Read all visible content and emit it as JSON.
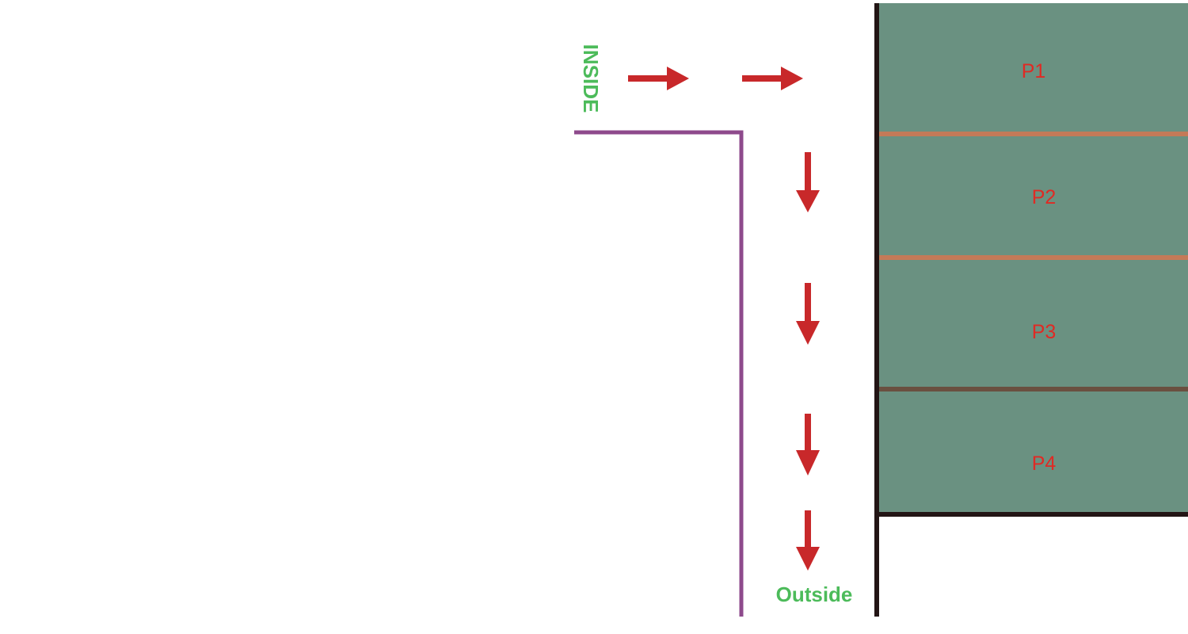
{
  "labels": {
    "inside": "INSIDE",
    "outside": "Outside"
  },
  "panels": [
    {
      "label": "P1"
    },
    {
      "label": "P2"
    },
    {
      "label": "P3"
    },
    {
      "label": "P4"
    }
  ],
  "colors": {
    "panel_fill": "#6a9181",
    "panel_divider_light": "#c47a58",
    "panel_divider_dark": "#6a5040",
    "wall": "#231515",
    "path_line": "#8e4a8c",
    "arrow": "#c8282a",
    "label_green": "#4cbb5a",
    "label_panel": "#e02a24"
  },
  "icons": {
    "arrow_right": "arrow-right-icon",
    "arrow_down": "arrow-down-icon"
  }
}
